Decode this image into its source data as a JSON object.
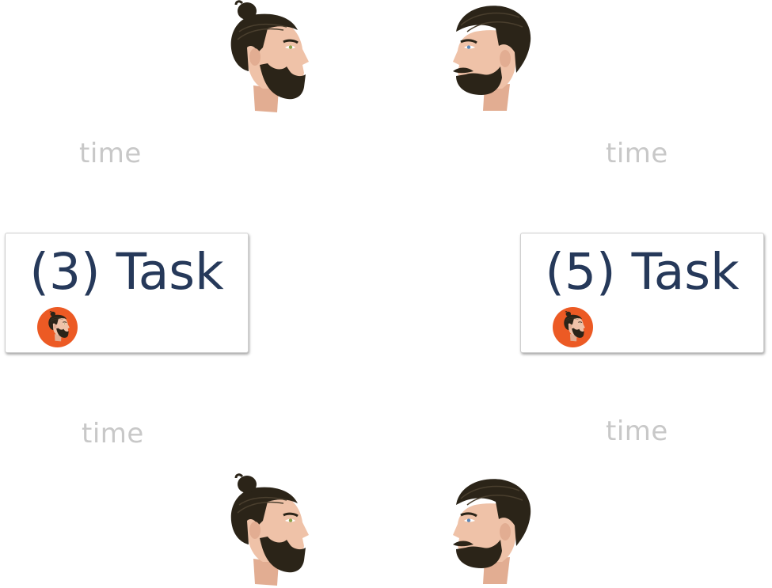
{
  "labels": {
    "time_top_left": "time",
    "time_top_right": "time",
    "time_bottom_left": "time",
    "time_bottom_right": "time"
  },
  "tasks": [
    {
      "title": "(3) Task",
      "avatar_icon": "man-bun-avatar-icon"
    },
    {
      "title": "(5) Task",
      "avatar_icon": "man-bun-avatar-icon"
    }
  ],
  "icons": {
    "man_bun_head": "man-bun-head-icon",
    "pompadour_head": "pompadour-head-icon"
  },
  "colors": {
    "task_text": "#26395a",
    "time_text": "#c8c8c8",
    "avatar_bg": "#ec5a24",
    "hair": "#2b2418",
    "skin": "#e9b9a0"
  }
}
